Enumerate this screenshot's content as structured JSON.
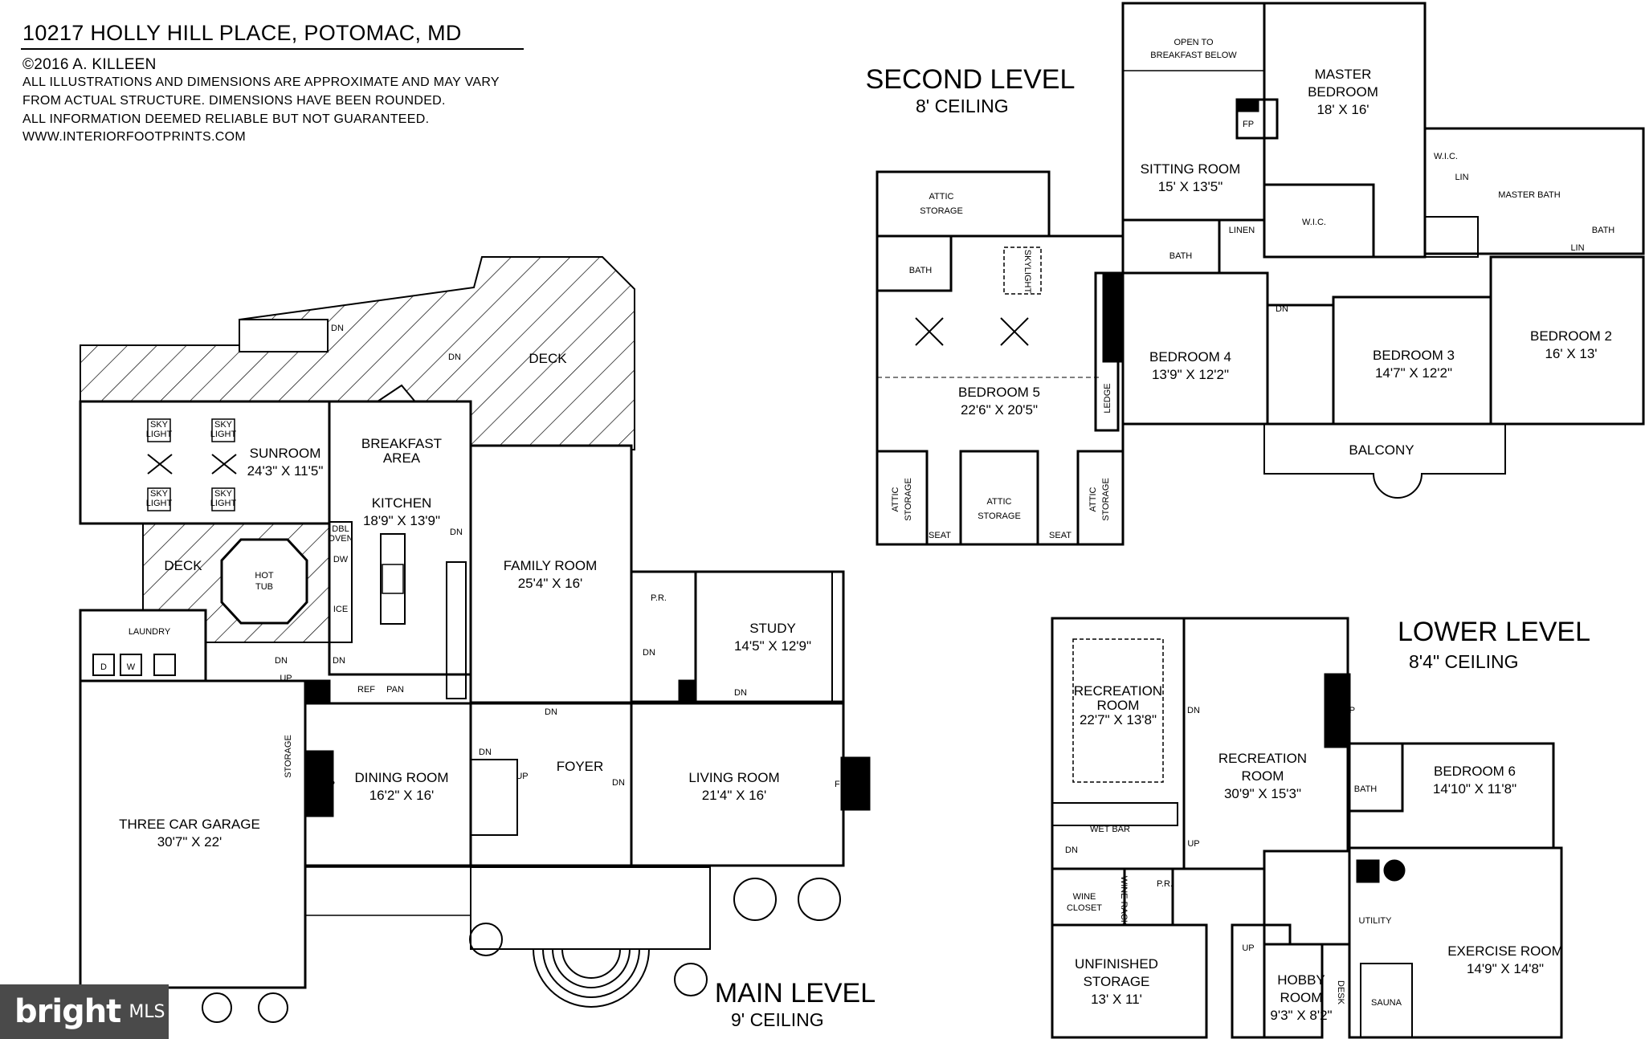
{
  "header": {
    "title": "10217 HOLLY HILL PLACE, POTOMAC, MD",
    "copyright": "©2016 A. KILLEEN",
    "notes": [
      "ALL ILLUSTRATIONS AND DIMENSIONS ARE APPROXIMATE AND MAY VARY",
      "FROM ACTUAL STRUCTURE. DIMENSIONS HAVE BEEN ROUNDED.",
      "ALL INFORMATION DEEMED RELIABLE BUT NOT GUARANTEED.",
      "WWW.INTERIORFOOTPRINTS.COM"
    ]
  },
  "levels": {
    "main": {
      "name": "MAIN LEVEL",
      "ceiling": "9' CEILING"
    },
    "second": {
      "name": "SECOND LEVEL",
      "ceiling": "8' CEILING"
    },
    "lower": {
      "name": "LOWER LEVEL",
      "ceiling": "8'4\" CEILING"
    }
  },
  "main_rooms": {
    "sunroom": {
      "name": "SUNROOM",
      "dim": "24'3\" X 11'5\""
    },
    "breakfast_1": "BREAKFAST",
    "breakfast_2": "AREA",
    "kitchen": {
      "name": "KITCHEN",
      "dim": "18'9\" X 13'9\""
    },
    "deck_top": "DECK",
    "deck_left": "DECK",
    "hot_tub_1": "HOT",
    "hot_tub_2": "TUB",
    "family_room": {
      "name": "FAMILY ROOM",
      "dim": "25'4\" X 16'"
    },
    "pr": "P.R.",
    "study": {
      "name": "STUDY",
      "dim": "14'5\" X 12'9\""
    },
    "laundry": "LAUNDRY",
    "dining_room": {
      "name": "DINING ROOM",
      "dim": "16'2\" X 16'"
    },
    "foyer": "FOYER",
    "living_room": {
      "name": "LIVING ROOM",
      "dim": "21'4\" X 16'"
    },
    "garage": {
      "name": "THREE CAR GARAGE",
      "dim": "30'7\" X 22'"
    },
    "storage": "STORAGE",
    "ref": "REF",
    "pan": "PAN",
    "dbl_oven_1": "DBL",
    "dbl_oven_2": "OVEN",
    "dw": "DW",
    "ice": "ICE",
    "fp": "FP",
    "dn": "DN",
    "up": "UP",
    "d": "D",
    "w": "W",
    "sky_1": "SKY",
    "sky_2": "LIGHT"
  },
  "second_rooms": {
    "open_1": "OPEN TO",
    "open_2": "BREAKFAST BELOW",
    "master_bedroom": {
      "name_1": "MASTER",
      "name_2": "BEDROOM",
      "dim": "18' X 16'"
    },
    "sitting_room": {
      "name": "SITTING ROOM",
      "dim": "15' X 13'5\""
    },
    "attic_storage_1": "ATTIC",
    "attic_storage_2": "STORAGE",
    "bath": "BATH",
    "linen": "LINEN",
    "wic": "W.I.C.",
    "lin": "LIN",
    "master_bath": "MASTER BATH",
    "skylight": "SKYLIGHT",
    "bedroom_5": {
      "name": "BEDROOM 5",
      "dim": "22'6\" X 20'5\""
    },
    "bedroom_4": {
      "name": "BEDROOM 4",
      "dim": "13'9\" X 12'2\""
    },
    "bedroom_3": {
      "name": "BEDROOM 3",
      "dim": "14'7\" X 12'2\""
    },
    "bedroom_2": {
      "name": "BEDROOM 2",
      "dim": "16' X 13'"
    },
    "ledge": "LEDGE",
    "balcony": "BALCONY",
    "seat": "SEAT"
  },
  "lower_rooms": {
    "rec_room_1": {
      "name_1": "RECREATION",
      "name_2": "ROOM",
      "dim": "22'7\" X 13'8\""
    },
    "rec_room_2": {
      "name_1": "RECREATION",
      "name_2": "ROOM",
      "dim": "30'9\" X 15'3\""
    },
    "bedroom_6": {
      "name": "BEDROOM 6",
      "dim": "14'10\" X 11'8\""
    },
    "bath": "BATH",
    "wet_bar": "WET BAR",
    "wine_closet_1": "WINE",
    "wine_closet_2": "CLOSET",
    "wine_rack": "WINE RACK",
    "pr": "P.R.",
    "utility": "UTILITY",
    "exercise_room": {
      "name": "EXERCISE ROOM",
      "dim": "14'9\" X 14'8\""
    },
    "unfinished_storage": {
      "name_1": "UNFINISHED",
      "name_2": "STORAGE",
      "dim": "13' X 11'"
    },
    "hobby_room": {
      "name_1": "HOBBY",
      "name_2": "ROOM",
      "dim": "9'3\" X 8'2\""
    },
    "desk": "DESK",
    "sauna": "SAUNA"
  },
  "logo": {
    "text": "bright",
    "suffix": "MLS"
  }
}
